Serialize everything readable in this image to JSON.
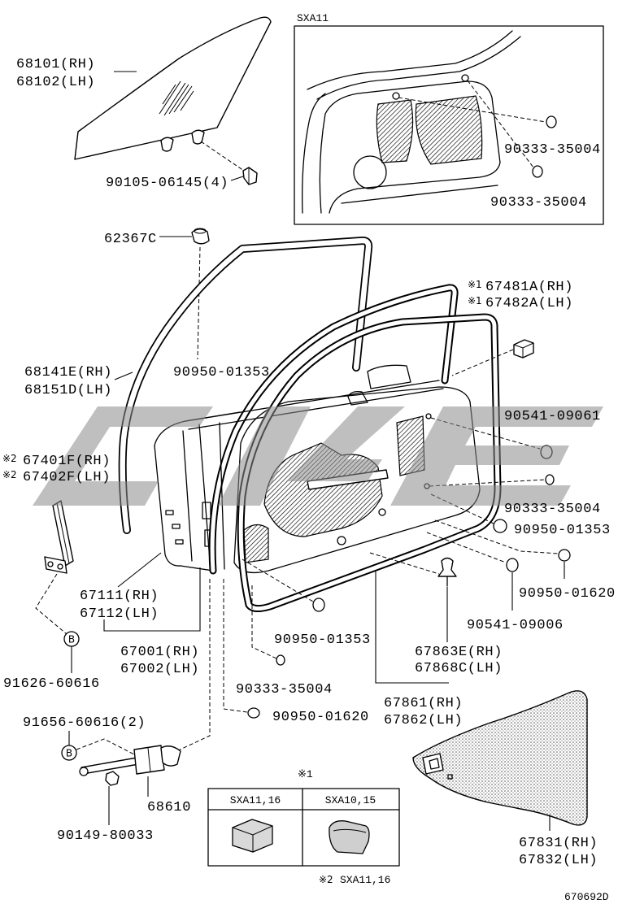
{
  "diagram_id": "670692D",
  "inset": {
    "variant_label": "SXA11",
    "plug_upper": "90333-35004",
    "plug_lower": "90333-35004"
  },
  "parts": {
    "window_glass": {
      "rh": "68101(RH)",
      "lh": "68102(LH)"
    },
    "glass_bolt": "90105-06145(4)",
    "clip_top": "62367C",
    "block": {
      "note_rh": "※1",
      "rh": "67481A(RH)",
      "note_lh": "※1",
      "lh": "67482A(LH)"
    },
    "frame_weatherstrip": {
      "rh": "68141E(RH)",
      "lh": "68151D(LH)"
    },
    "plug_upper": "90950-01353",
    "hole_plug_upper_right": "90541-09061",
    "bracket": {
      "note_rh": "※2",
      "rh": "67401F(RH)",
      "note_lh": "※2",
      "lh": "67402F(LH)"
    },
    "plug_right_mid": "90333-35004",
    "plug_right_mid2": "90950-01353",
    "outer_panel": {
      "rh": "67111(RH)",
      "lh": "67112(LH)"
    },
    "plug_right_lower": "90950-01620",
    "hole_plug_lower_right": "90541-09006",
    "plug_lower_center": "90950-01353",
    "door_panel": {
      "rh": "67001(RH)",
      "lh": "67002(LH)"
    },
    "clip_lower": {
      "rh": "67863E(RH)",
      "lh": "67868C(LH)"
    },
    "bracket_bolt": "91626-60616",
    "plug_lower_left": "90333-35004",
    "door_weatherstrip": {
      "rh": "67861(RH)",
      "lh": "67862(LH)"
    },
    "plug_lower_left2": "90950-01620",
    "check_bolt": "91656-60616(2)",
    "door_check": "68610",
    "check_screw": "90149-80033",
    "trim_board": {
      "rh": "67831(RH)",
      "lh": "67832(LH)"
    }
  },
  "callouts": {
    "b_upper": "B",
    "b_lower": "B"
  },
  "table": {
    "note": "※1",
    "headers": [
      "SXA11,16",
      "SXA10,15"
    ]
  },
  "footnote": {
    "mark": "※2",
    "text": "SXA11,16"
  }
}
